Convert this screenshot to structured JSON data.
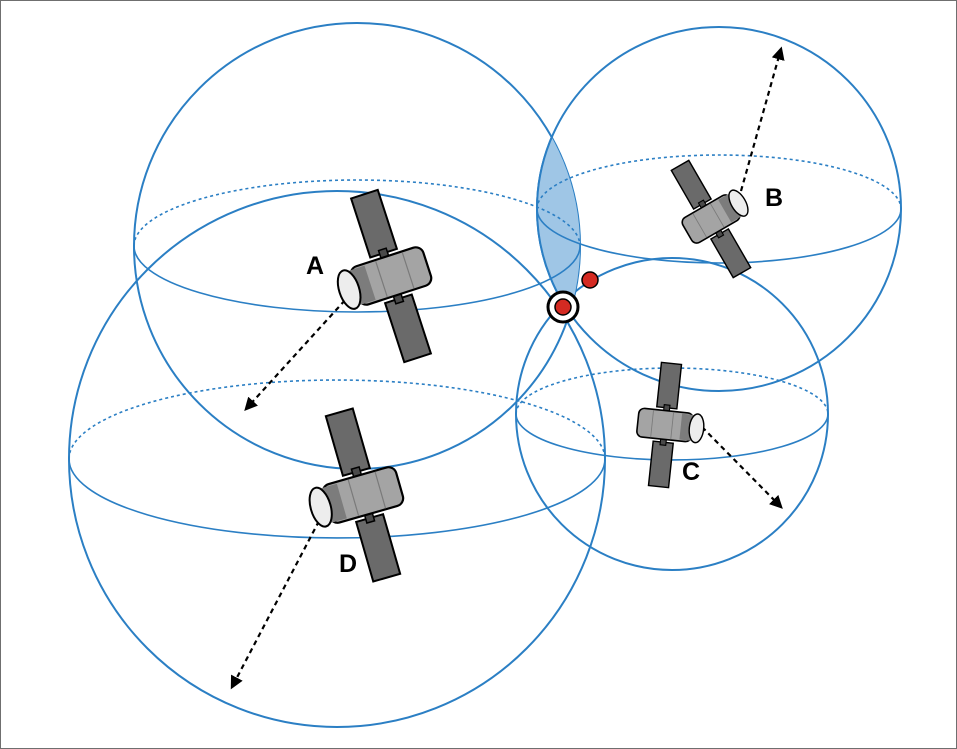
{
  "diagram": {
    "colors": {
      "sphere_stroke": "#2b7fc4",
      "intersection_fill": "#9fc6e6",
      "position_marker_fill": "#d42a22",
      "range_line": "#000000",
      "satellite_panel": "#6a6a6a",
      "satellite_body": "#a4a4a4"
    },
    "satellites": [
      {
        "id": "A",
        "label": "A"
      },
      {
        "id": "B",
        "label": "B"
      },
      {
        "id": "C",
        "label": "C"
      },
      {
        "id": "D",
        "label": "D"
      }
    ],
    "markers": [
      {
        "id": "receiver-position",
        "style": "ringed-dot"
      },
      {
        "id": "ambiguous-position",
        "style": "dot"
      }
    ]
  }
}
